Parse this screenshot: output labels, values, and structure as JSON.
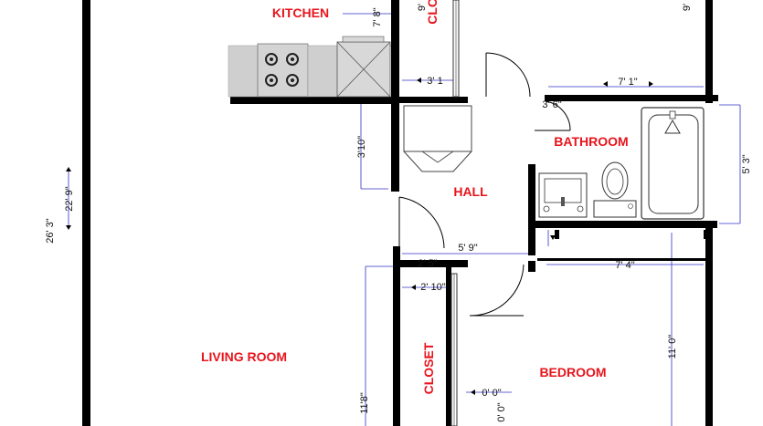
{
  "rooms": {
    "kitchen": "KITCHEN",
    "closet_top": "CLO",
    "bathroom": "BATHROOM",
    "hall": "HALL",
    "living_room": "LIVING ROOM",
    "closet": "CLOSET",
    "bedroom": "BEDROOM"
  },
  "dimensions": {
    "kitchen_right": "7' 8\"",
    "closet_top_height": "9'",
    "top_right_height": "9'",
    "closet_top_width": "3' 1",
    "bath_width": "7' 1\"",
    "bath_height": "5' 3\"",
    "hall_left": "3'10\"",
    "overall_height": "26' 3\"",
    "left_height": "22' 9\"",
    "hall_width": "5' 9\"",
    "bedroom_width": "7' 4\"",
    "closet_width": "2' 10\"",
    "bedroom_height": "11' 0\"",
    "living_height": "11'8\"",
    "closet_depth": "0' 0\"",
    "closet_depth_vertical": "0' 0\"",
    "small_top": "3' 6\"",
    "small_mid": "2' 5\""
  },
  "colors": {
    "room_label": "#e8141c",
    "wall": "#000000",
    "dimension_line": "#3030c8",
    "fixture": "#cfcfcf"
  },
  "icons": [
    "stove-icon",
    "sink-icon",
    "toilet-icon",
    "bathtub-icon",
    "door-swing-icon"
  ]
}
